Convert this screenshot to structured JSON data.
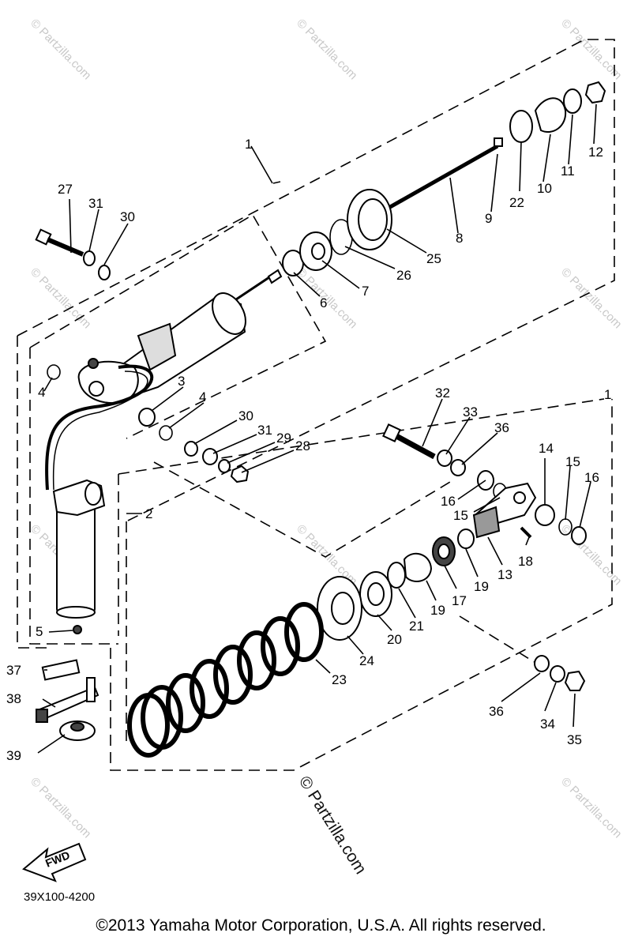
{
  "labels": {
    "l1a": "1",
    "l1b": "1",
    "l2": "2",
    "l3": "3",
    "l4a": "4",
    "l4b": "4",
    "l5": "5",
    "l6": "6",
    "l7": "7",
    "l8": "8",
    "l9": "9",
    "l10": "10",
    "l11": "11",
    "l12": "12",
    "l13": "13",
    "l14": "14",
    "l15a": "15",
    "l15b": "15",
    "l16a": "16",
    "l16b": "16",
    "l17": "17",
    "l18": "18",
    "l19a": "19",
    "l19b": "19",
    "l20": "20",
    "l21": "21",
    "l22": "22",
    "l23": "23",
    "l24": "24",
    "l25": "25",
    "l26": "26",
    "l27": "27",
    "l28": "28",
    "l29": "29",
    "l30a": "30",
    "l30b": "30",
    "l31a": "31",
    "l31b": "31",
    "l32": "32",
    "l33": "33",
    "l34": "34",
    "l35": "35",
    "l36a": "36",
    "l36b": "36",
    "l37": "37",
    "l38": "38",
    "l39": "39"
  },
  "fwd_label": "FWD",
  "diagram_code": "39X100-4200",
  "watermark_small": "© Partzilla.com",
  "watermark_large": "© Partzilla.com",
  "copyright": "©2013 Yamaha Motor Corporation, U.S.A. All rights reserved."
}
